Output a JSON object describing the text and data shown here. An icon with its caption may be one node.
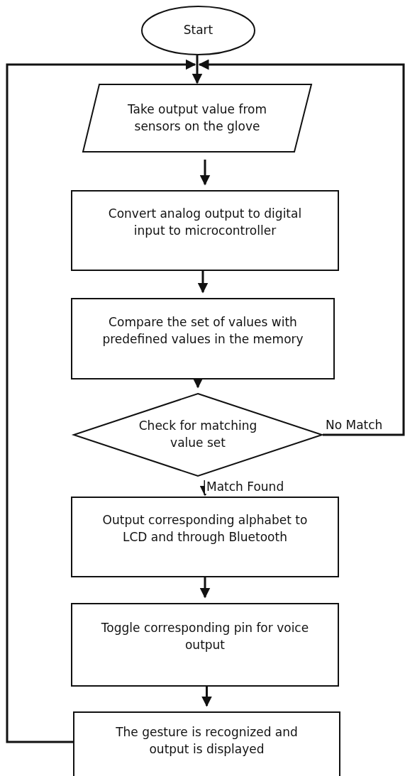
{
  "diagram": {
    "nodes": [
      {
        "text": [
          "Start"
        ]
      },
      {
        "text": [
          "Take output value from sensors on the glove"
        ]
      },
      {
        "text": [
          "Convert analog output to digital input to microcontroller"
        ]
      },
      {
        "text": [
          "Compare the set of values with predefined values in the memory"
        ]
      },
      {
        "text": [
          "Check for matching value set"
        ]
      },
      {
        "text": [
          "Output corresponding alphabet to LCD and through Bluetooth"
        ]
      },
      {
        "text": [
          "Toggle corresponding pin for voice output"
        ]
      },
      {
        "text": [
          "The gesture is recognized and output is displayed"
        ]
      }
    ],
    "edges": [
      {
        "from": 0,
        "to": 1,
        "arrow": "to"
      },
      {
        "from": 1,
        "to": 2,
        "arrow": "to"
      },
      {
        "from": 2,
        "to": 3,
        "arrow": "to"
      },
      {
        "from": 3,
        "to": 4,
        "arrow": "to"
      },
      {
        "from": 4,
        "to": 1,
        "arrow": "to",
        "label": "No Match"
      },
      {
        "from": 4,
        "to": 5,
        "arrow": "to",
        "label": "Match Found"
      },
      {
        "from": 5,
        "to": 6,
        "arrow": "to"
      },
      {
        "from": 6,
        "to": 7,
        "arrow": "to"
      },
      {
        "from": 7,
        "to": 1,
        "arrow": "to"
      }
    ]
  }
}
